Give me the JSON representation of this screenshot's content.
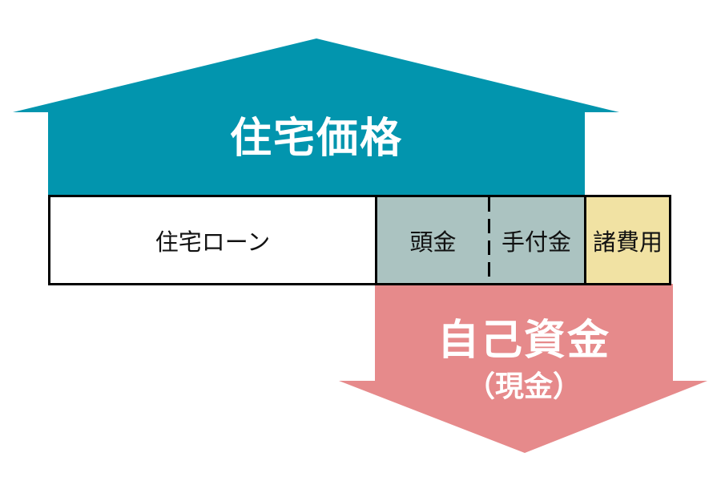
{
  "house_price_arrow": {
    "label": "住宅価格",
    "color": "#0295ae",
    "label_color": "#ffffff"
  },
  "own_funds_arrow": {
    "label": "自己資金",
    "sublabel": "（現金）",
    "color": "#e68a8b",
    "label_color": "#ffffff"
  },
  "bar": {
    "border_color": "#000000",
    "segments": [
      {
        "id": "housing-loan",
        "label": "住宅ローン",
        "fill": "#ffffff"
      },
      {
        "id": "down-payment",
        "label": "頭金",
        "fill": "#abc3c1"
      },
      {
        "id": "earnest-money",
        "label": "手付金",
        "fill": "#abc3c1"
      },
      {
        "id": "misc-costs",
        "label": "諸費用",
        "fill": "#f1e2a3"
      }
    ],
    "divider_style": "dashed"
  }
}
